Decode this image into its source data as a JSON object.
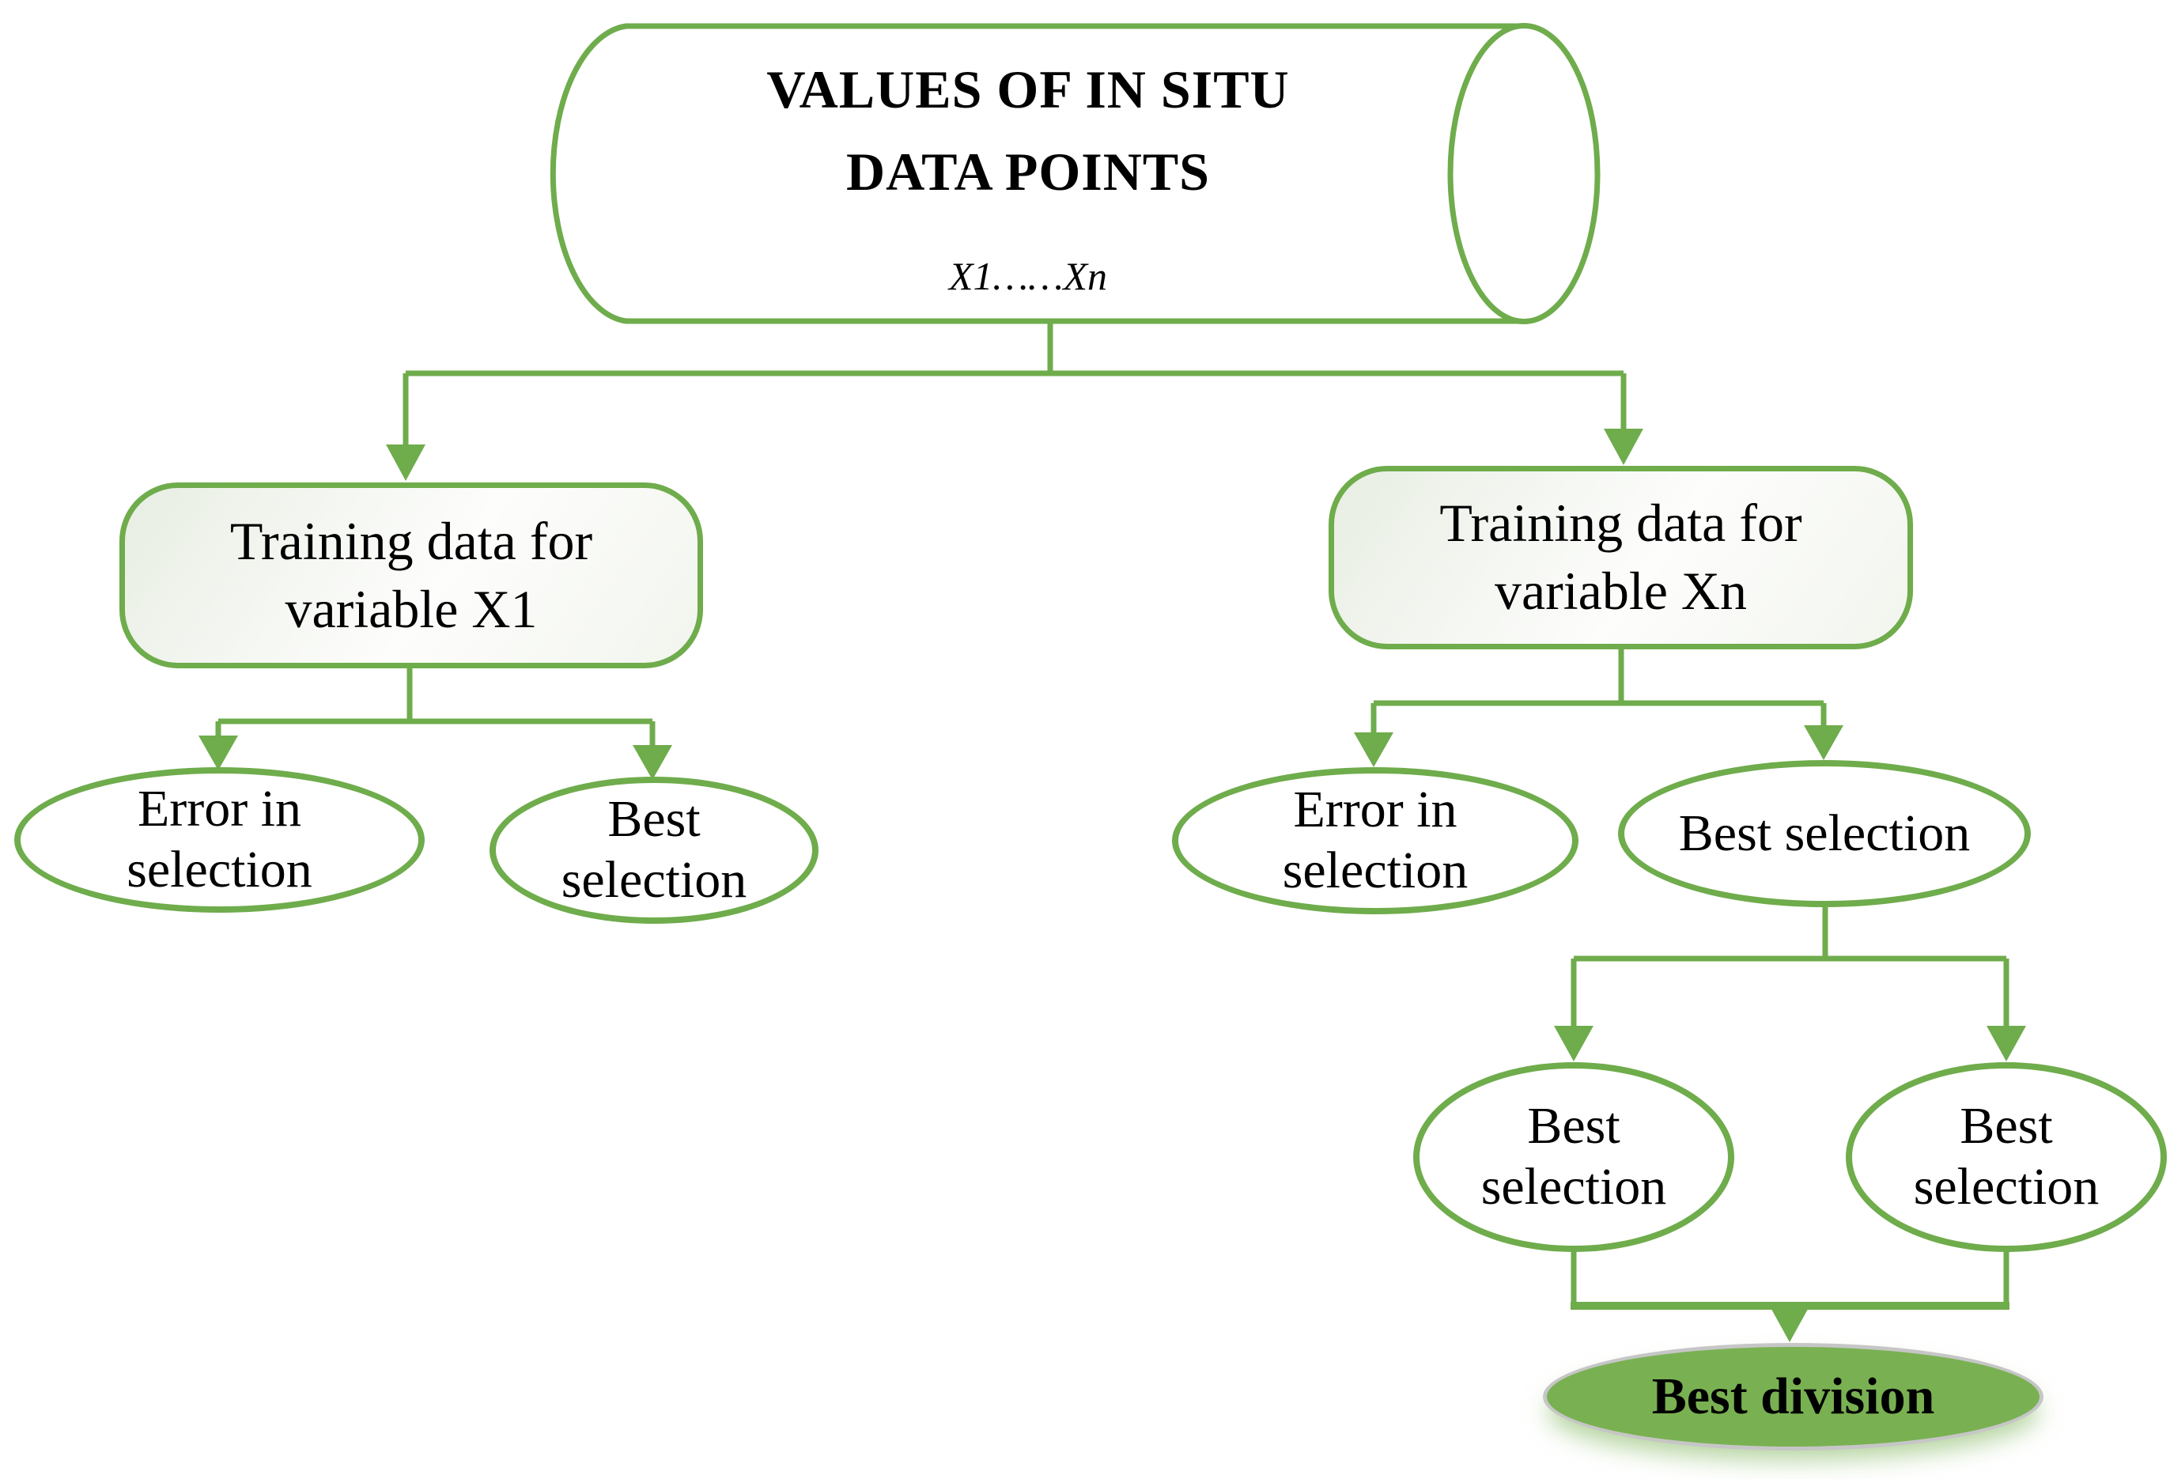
{
  "colors": {
    "line_green": "#6FAC4C",
    "division_fill_green": "#79B152",
    "division_border_gray": "#C6C6C6"
  },
  "root_cylinder": {
    "title_line1": "VALUES OF IN SITU",
    "title_line2": "DATA POINTS",
    "subtitle": "X1……Xn"
  },
  "nodes": {
    "training_x1": {
      "lines": [
        "Training data for",
        "variable X1"
      ]
    },
    "training_xn": {
      "lines": [
        "Training data for",
        "variable Xn"
      ]
    },
    "error_x1": {
      "lines": [
        "Error in",
        "selection"
      ]
    },
    "best_x1": {
      "lines": [
        "Best",
        "selection"
      ]
    },
    "error_xn": {
      "lines": [
        "Error in",
        "selection"
      ]
    },
    "best_xn": {
      "lines": [
        "Best selection"
      ]
    },
    "best_sub_left": {
      "lines": [
        "Best",
        "selection"
      ]
    },
    "best_sub_right": {
      "lines": [
        "Best",
        "selection"
      ]
    },
    "best_division": {
      "lines": [
        "Best division"
      ]
    }
  }
}
